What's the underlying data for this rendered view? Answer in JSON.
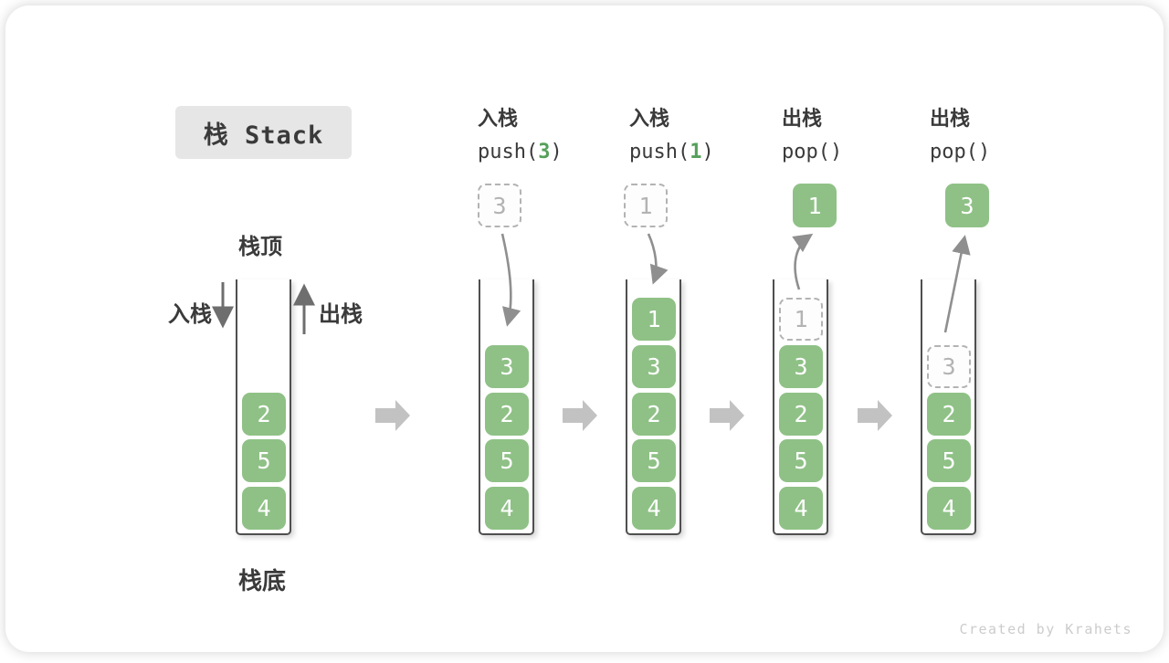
{
  "title": "栈 Stack",
  "labels": {
    "stack_top": "栈顶",
    "stack_bottom": "栈底",
    "push_side": "入栈",
    "pop_side": "出栈"
  },
  "operations": [
    {
      "name": "入栈",
      "code": {
        "pre": "push(",
        "arg": "3",
        "post": ")"
      }
    },
    {
      "name": "入栈",
      "code": {
        "pre": "push(",
        "arg": "1",
        "post": ")"
      }
    },
    {
      "name": "出栈",
      "code": {
        "pre": "pop(",
        "arg": "",
        "post": ")"
      }
    },
    {
      "name": "出栈",
      "code": {
        "pre": "pop(",
        "arg": "",
        "post": ")"
      }
    }
  ],
  "stacks": [
    {
      "cells": [
        {
          "value": "2"
        },
        {
          "value": "5"
        },
        {
          "value": "4"
        }
      ],
      "floating": null
    },
    {
      "cells": [
        {
          "value": "3"
        },
        {
          "value": "2"
        },
        {
          "value": "5"
        },
        {
          "value": "4"
        }
      ],
      "floating": {
        "value": "3",
        "style": "dashed"
      }
    },
    {
      "cells": [
        {
          "value": "1"
        },
        {
          "value": "3"
        },
        {
          "value": "2"
        },
        {
          "value": "5"
        },
        {
          "value": "4"
        }
      ],
      "floating": {
        "value": "1",
        "style": "dashed"
      }
    },
    {
      "cells": [
        {
          "value": "1",
          "dashed": true
        },
        {
          "value": "3"
        },
        {
          "value": "2"
        },
        {
          "value": "5"
        },
        {
          "value": "4"
        }
      ],
      "floating": {
        "value": "1",
        "style": "solid"
      }
    },
    {
      "cells": [
        {
          "value": "3",
          "dashed": true
        },
        {
          "value": "2"
        },
        {
          "value": "5"
        },
        {
          "value": "4"
        }
      ],
      "floating": {
        "value": "3",
        "style": "solid"
      }
    }
  ],
  "watermark": "Created by Krahets",
  "colors": {
    "green": "#8FC186",
    "arg_green": "#55A05A",
    "dark_text": "#3A3A3A",
    "title_bg": "#E6E6E6",
    "dashed_border": "#B3B3B3",
    "dashed_text": "#B3B3B3",
    "curve_arrow": "#8F8F8F",
    "side_arrow": "#6E6E6E",
    "block_arrow": "#C2C2C2"
  }
}
